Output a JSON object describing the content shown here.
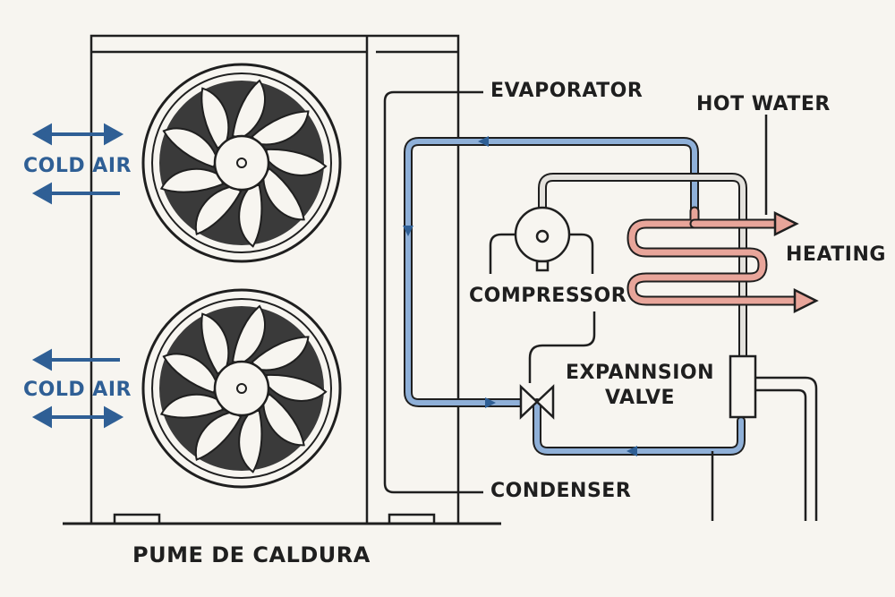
{
  "labels": {
    "cold_air_top": "COLD AIR",
    "cold_air_bottom": "COLD AIR",
    "evaporator": "EVAPORATOR",
    "hot_water": "HOT WATER",
    "heating": "HEATING",
    "compressor": "COMPRESSOR",
    "expansion_valve_line1": "EXPANNSION",
    "expansion_valve_line2": "VALVE",
    "condenser": "CONDENSER",
    "caption": "PUME DE CALDURA"
  },
  "colors": {
    "line": "#1f1f1f",
    "blue_pipe": "#8fb0d8",
    "blue_arrow": "#2f5f95",
    "hot_pipe": "#e8a59a",
    "fan_dark": "#3a3a3a",
    "background": "#f7f5f0"
  },
  "icons": [
    "fan-icon",
    "compressor-icon",
    "expansion-valve-icon",
    "arrow-icon"
  ]
}
